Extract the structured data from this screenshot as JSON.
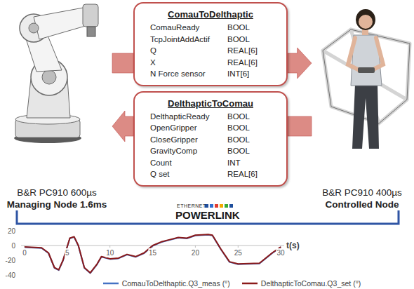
{
  "diagram": {
    "nodes": [
      {
        "text": [
          "ComauToDelthaptic",
          "ComauReady",
          "BOOL",
          "TcpJointAddActif",
          "BOOL",
          "Q",
          "REAL[6]",
          "X",
          "REAL[6]",
          "N Force sensor",
          "INT[6]"
        ]
      },
      {
        "text": [
          "DelthapticToComau",
          "DelthapticReady",
          "BOOL",
          "OpenGripper",
          "BOOL",
          "CloseGripper",
          "BOOL",
          "GravityComp",
          "BOOL",
          "Count",
          "INT",
          "Q set",
          "REAL[6]"
        ]
      },
      {
        "text": [
          "B&R PC910 600µs",
          "Managing Node 1.6ms"
        ]
      },
      {
        "text": [
          "B&R PC910 400µs",
          "Controlled Node"
        ]
      }
    ],
    "edges": [
      {
        "from": 2,
        "to": 0,
        "arrow": "none"
      },
      {
        "from": 0,
        "to": 3,
        "arrow": "to"
      },
      {
        "from": 3,
        "to": 1,
        "arrow": "none"
      },
      {
        "from": 1,
        "to": 2,
        "arrow": "to"
      },
      {
        "from": 2,
        "to": 3,
        "arrow": "none"
      }
    ],
    "labels": [
      "ETHERNET",
      "POWERLINK",
      "20",
      "0",
      "-20",
      "-40",
      "0",
      "5",
      "10",
      "15",
      "20",
      "25",
      "30",
      "t(s)"
    ],
    "legend": [
      {
        "text": "ComauToDelthaptic.Q3_meas (°)"
      },
      {
        "text": "DelthapticToComau.Q3_set (°)"
      }
    ]
  }
}
